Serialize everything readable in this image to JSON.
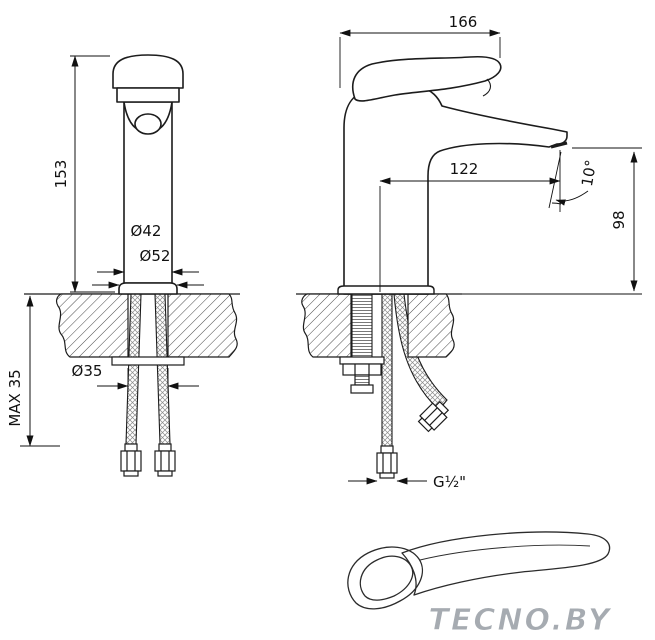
{
  "meta": {
    "watermark": "TECNO.BY"
  },
  "front_view": {
    "height": "153",
    "body_diameter": "Ø42",
    "base_diameter": "Ø52",
    "hole_diameter": "Ø35",
    "max_thickness": "MAX 35"
  },
  "side_view": {
    "total_width": "166",
    "spout_reach": "122",
    "spout_angle": "10°",
    "spout_height": "98",
    "thread_size": "G½\""
  }
}
